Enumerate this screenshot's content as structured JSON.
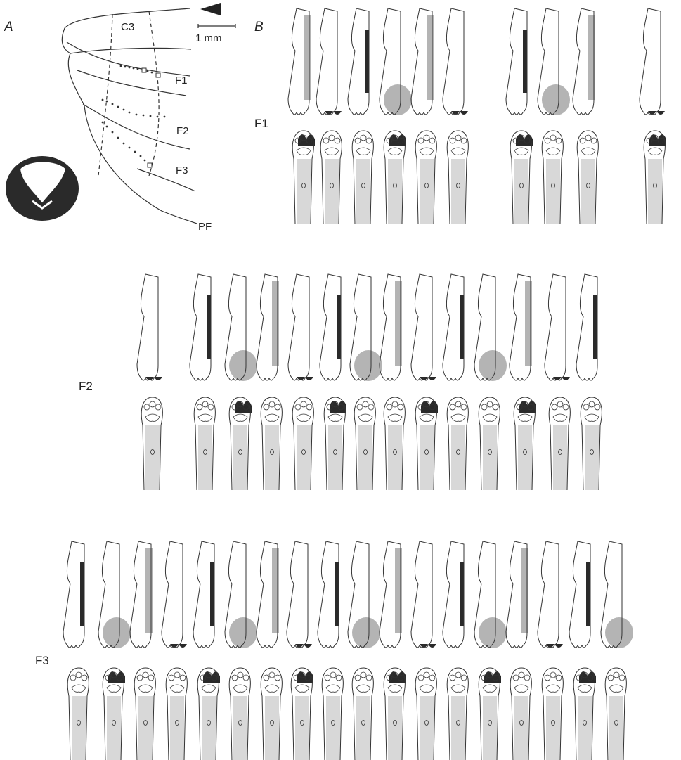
{
  "panel_a": {
    "letter": "A",
    "scale_label": "1 mm",
    "labels": {
      "c3": "C3",
      "f1": "F1",
      "f2": "F2",
      "f3": "F3",
      "pf": "PF"
    }
  },
  "panel_b": {
    "letter": "B",
    "rows": [
      {
        "label": "F1",
        "count": 10
      },
      {
        "label": "F2",
        "count": 14
      },
      {
        "label": "F3",
        "count": 18
      }
    ]
  },
  "colors": {
    "dark": "#2a2a2a",
    "shade": "#b4b4b4",
    "stipple": "#d8d8d8",
    "ink": "#333333"
  }
}
